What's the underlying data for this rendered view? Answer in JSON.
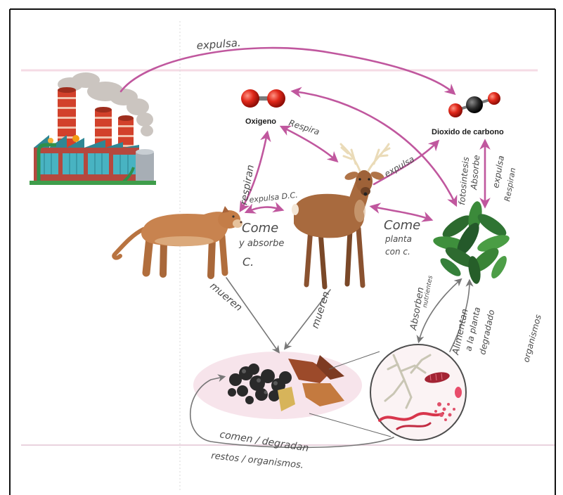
{
  "nodes": {
    "oxygen_label": "Oxigeno",
    "co2_label": "Dioxido de carbono"
  },
  "annotations": {
    "factory_expulsa": "expulsa.",
    "oxygen_deer_respira": "Respira",
    "oxygen_puma_respiran": "respiran",
    "puma_expulsa_dc": "expulsa D.C.",
    "puma_come": [
      "Come",
      "y absorbe",
      "C."
    ],
    "deer_expulsa": "expulsa",
    "deer_come": [
      "Come",
      "planta",
      "con c."
    ],
    "plant_fotosintesis": "fotosintesis",
    "plant_absorbe": "Absorbe",
    "plant_expulsa": "expulsa",
    "plant_respiran": "Respiran",
    "puma_mueren": "mueren",
    "deer_mueren": "mueren",
    "decomposers_absorben": "Absorben",
    "decomposers_nutrientes": "nutrientes",
    "decomposers_alimentan": [
      "Alimentan",
      "a la planta",
      "degradado"
    ],
    "decomposers_organismos": "organismos",
    "loop_comen": "comen / degradan",
    "loop_restos": "restos / organismos."
  },
  "colors": {
    "arrow_pink": "#c0579e",
    "arrow_gray": "#777777",
    "ink": "#4a4a4a",
    "frame": "#111111"
  }
}
